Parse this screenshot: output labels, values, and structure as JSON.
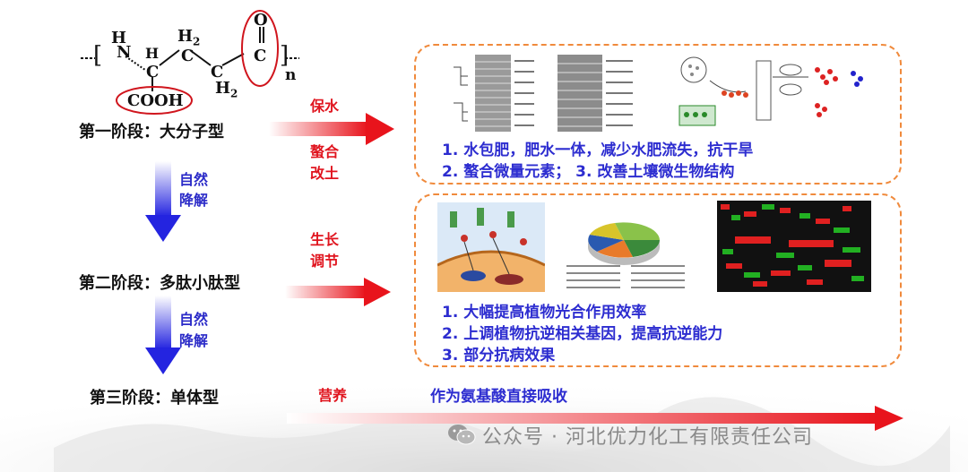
{
  "structure": {
    "nh": "N",
    "h_left": "H",
    "c1": "C",
    "h1": "H",
    "h2_top": "H",
    "h2_top_sub": "2",
    "c2": "C",
    "c3": "C",
    "h2_bot": "H",
    "h2_bot_sub": "2",
    "c4": "C",
    "o": "O",
    "cooh": "COOH",
    "n": "n"
  },
  "stages": [
    {
      "label": "第一阶段：大分子型"
    },
    {
      "label": "第二阶段：多肽小肽型"
    },
    {
      "label": "第三阶段：单体型"
    }
  ],
  "transitions": [
    {
      "label_line1": "自然",
      "label_line2": "降解"
    },
    {
      "label_line1": "自然",
      "label_line2": "降解"
    }
  ],
  "functions": {
    "f1a": "保水",
    "f1b_line1": "螯合",
    "f1b_line2": "改土",
    "f2_line1": "生长",
    "f2_line2": "调节",
    "f3": "营养"
  },
  "box1": {
    "lines": [
      "1. 水包肥，肥水一体，减少水肥流失，抗干旱",
      "2. 螯合微量元素；  3. 改善土壤微生物结构"
    ]
  },
  "box2": {
    "lines": [
      "1. 大幅提高植物光合作用效率",
      "2. 上调植物抗逆相关基因，提高抗逆能力",
      "3. 部分抗病效果"
    ]
  },
  "stage3_desc": "作为氨基酸直接吸收",
  "watermark": "公众号 · 河北优力化工有限责任公司",
  "colors": {
    "red_arrow": "#e8141c",
    "blue_arrow": "#2424e0",
    "box_border": "#f08a3c",
    "text_blue": "#2d2dd0",
    "text_red": "#e0141e"
  }
}
